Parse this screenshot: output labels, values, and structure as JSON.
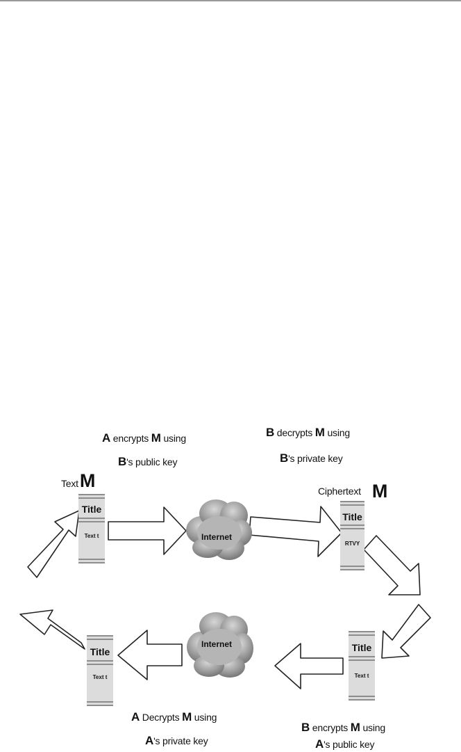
{
  "captions": {
    "a_encrypts": {
      "actor": "A",
      "verb": "encrypts",
      "msg": "M",
      "tail": "using"
    },
    "a_encrypts_key": {
      "actor": "B",
      "tail": "'s public key"
    },
    "b_decrypts": {
      "actor": "B",
      "verb": "decrypts",
      "msg": "M",
      "tail": "using"
    },
    "b_decrypts_key": {
      "actor": "B",
      "tail": "'s private key"
    },
    "a_decrypts": {
      "actor": "A",
      "verb": "Decrypts",
      "msg": "M",
      "tail": "using"
    },
    "a_decrypts_key": {
      "actor": "A",
      "tail": "'s private key"
    },
    "b_encrypts": {
      "actor": "B",
      "verb": "encrypts",
      "msg": "M",
      "tail": "using"
    },
    "b_encrypts_key": {
      "actor": "A",
      "tail": "'s public key"
    }
  },
  "plaintext_label": {
    "word": "Text",
    "msg": "M"
  },
  "ciphertext_label": {
    "word": "Ciphertext",
    "msg": "M"
  },
  "documents": {
    "plain_top": {
      "title": "Title",
      "body": "Text t"
    },
    "cipher": {
      "title": "Title",
      "body": "RTVY"
    },
    "plain_bottom_right": {
      "title": "Title",
      "body": "Text t"
    },
    "plain_bottom_left": {
      "title": "Title",
      "body": "Text t"
    }
  },
  "clouds": {
    "top": "Internet",
    "bottom": "Internet"
  },
  "colors": {
    "doc_fill": "#dcdcdc",
    "doc_band": "#8d8d8d",
    "arrow_fill": "#ffffff",
    "arrow_stroke": "#222222",
    "cloud": "#8a8a8a"
  }
}
